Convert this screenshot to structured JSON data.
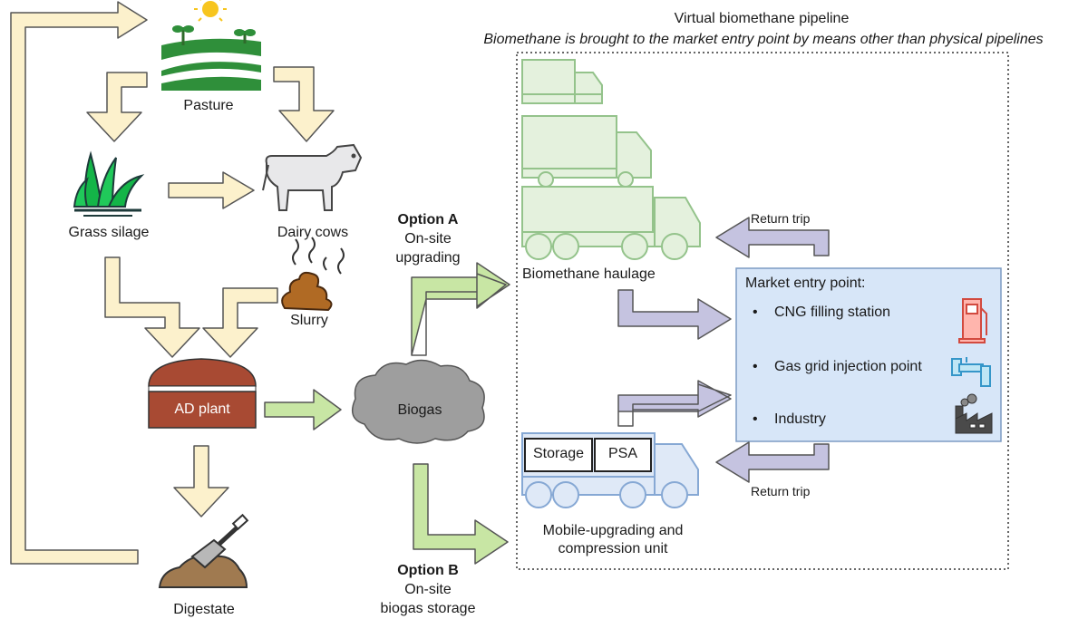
{
  "header": {
    "title": "Virtual biomethane pipeline",
    "subtitle": "Biomethane is brought to the market entry point by means other than physical pipelines"
  },
  "nodes": {
    "pasture": "Pasture",
    "grass_silage": "Grass silage",
    "dairy_cows": "Dairy cows",
    "slurry": "Slurry",
    "ad_plant": "AD plant",
    "digestate": "Digestate",
    "biogas": "Biogas"
  },
  "options": {
    "a_title": "Option A",
    "a_line1": "On-site",
    "a_line2": "upgrading",
    "b_title": "Option B",
    "b_line1": "On-site",
    "b_line2": "biogas storage"
  },
  "haulage": {
    "label": "Biomethane haulage",
    "return_trip_top": "Return trip",
    "return_trip_bottom": "Return trip"
  },
  "mobile_unit": {
    "storage": "Storage",
    "psa": "PSA",
    "label_line1": "Mobile-upgrading and",
    "label_line2": "compression unit"
  },
  "market": {
    "title": "Market entry point:",
    "items": [
      "CNG filling station",
      "Gas grid injection point",
      "Industry"
    ]
  },
  "colors": {
    "cream_arrow": "#fcf1cc",
    "green_arrow": "#c8e6a4",
    "purple_arrow": "#c5c3e0",
    "truck_green": "#e4f1dd",
    "truck_blue": "#dfe9f7",
    "market_fill": "#d7e6f8",
    "ad_plant": "#a84a33",
    "cloud": "#9e9e9e"
  }
}
